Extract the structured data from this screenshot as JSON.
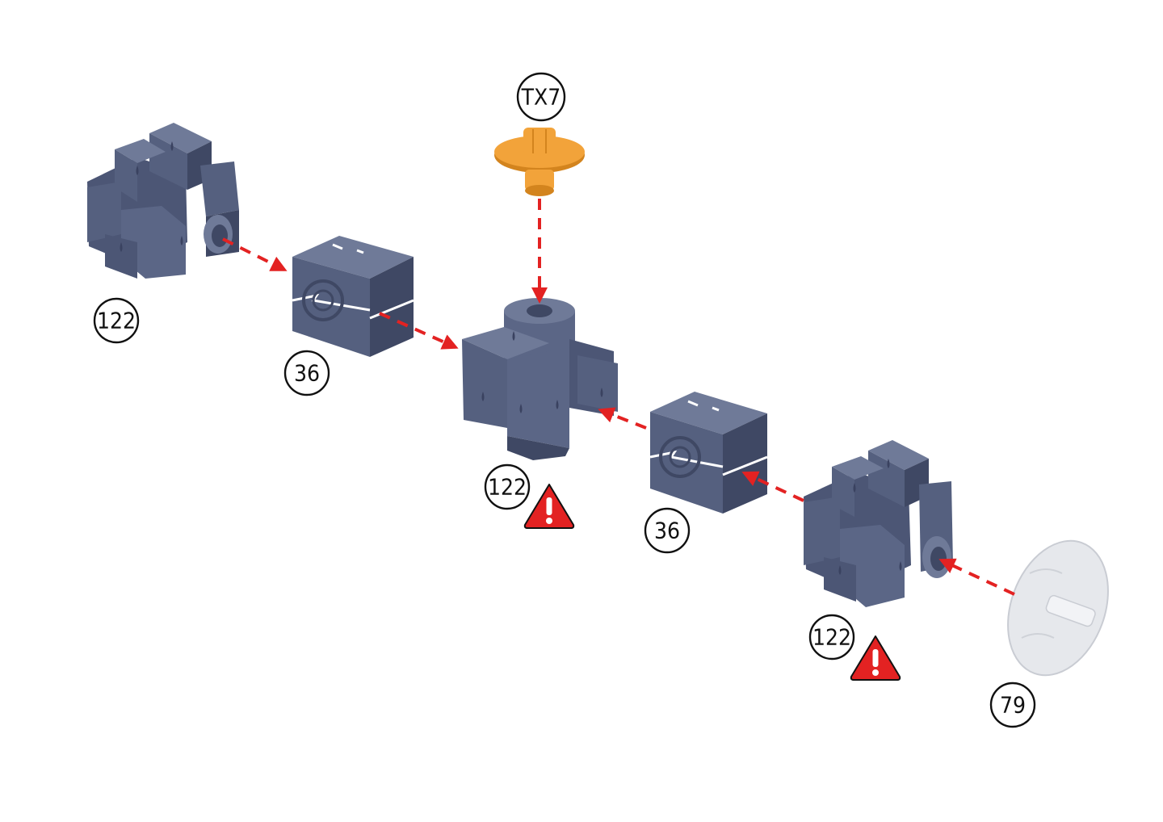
{
  "colors": {
    "part_body": "#55607f",
    "part_body_light": "#6f7a98",
    "part_body_dark": "#3f4864",
    "screw": "#f2a33a",
    "screw_dark": "#d3841e",
    "disc": "#e6e8ec",
    "arrow": "#e32222",
    "warning": "#e32222"
  },
  "callouts": {
    "hub_left": "122",
    "block_left": "36",
    "screw_top": "TX7",
    "hub_center": "122",
    "block_right": "36",
    "hub_right": "122",
    "disc_right": "79"
  },
  "icons": {
    "warning": "warning-triangle-icon"
  }
}
